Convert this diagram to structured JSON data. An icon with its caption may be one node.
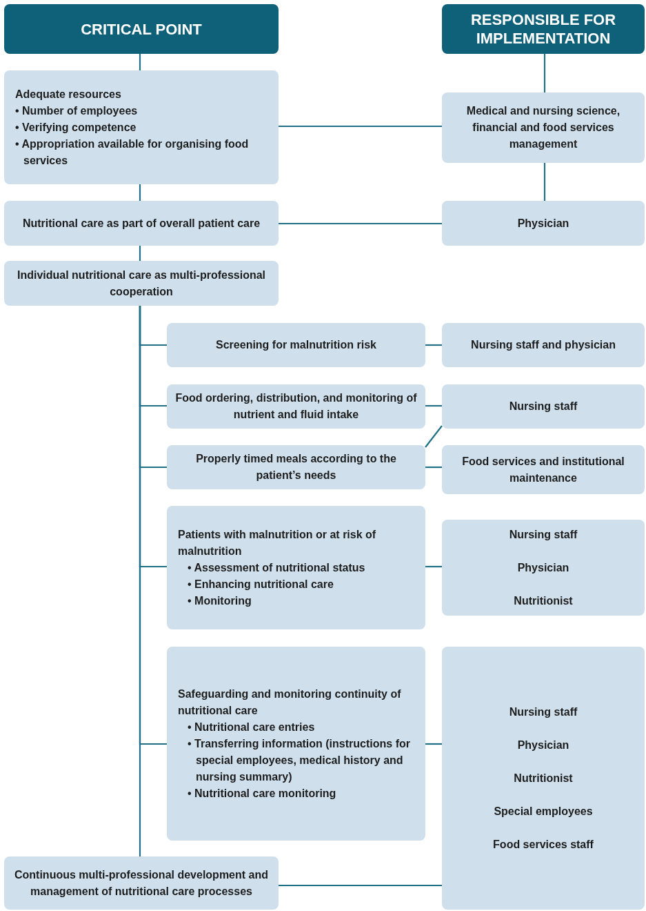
{
  "diagram": {
    "nodes": [
      {
        "text": [
          "CRITICAL POINT"
        ]
      },
      {
        "text": [
          "RESPONSIBLE FOR IMPLEMENTATION"
        ]
      },
      {
        "text": [
          "Adequate resources",
          "• Number of employees",
          "• Verifying competence",
          "• Appropriation available for organising food services"
        ]
      },
      {
        "text": [
          "Medical and nursing science, financial and food services management"
        ]
      },
      {
        "text": [
          "Nutritional care as part of overall patient care"
        ]
      },
      {
        "text": [
          "Physician"
        ]
      },
      {
        "text": [
          "Individual nutritional care as multi-professional cooperation"
        ]
      },
      {
        "text": [
          "Screening for malnutrition risk"
        ]
      },
      {
        "text": [
          "Nursing staff and physician"
        ]
      },
      {
        "text": [
          "Food ordering, distribution, and monitoring of nutrient and fluid intake"
        ]
      },
      {
        "text": [
          "Nursing staff"
        ]
      },
      {
        "text": [
          "Properly timed meals according to the patient’s needs"
        ]
      },
      {
        "text": [
          "Food services and institutional maintenance"
        ]
      },
      {
        "text": [
          "Patients with malnutrition or at risk of malnutrition",
          "• Assessment of nutritional status",
          "• Enhancing nutritional care",
          "• Monitoring"
        ]
      },
      {
        "text": [
          "Nursing staff",
          "Physician",
          "Nutritionist"
        ]
      },
      {
        "text": [
          "Safeguarding and monitoring continuity of nutritional care",
          "• Nutritional care entries",
          "• Transferring information (instructions for special employees, medical history and nursing summary)",
          "• Nutritional care monitoring"
        ]
      },
      {
        "text": [
          "Nursing staff",
          "Physician",
          "Nutritionist",
          "Special employees",
          "Food services staff"
        ]
      },
      {
        "text": [
          "Continuous multi-professional development and management of nutritional care processes"
        ]
      }
    ],
    "edges": [
      {
        "from": 0,
        "to": 2,
        "arrow": "none"
      },
      {
        "from": 1,
        "to": 3,
        "arrow": "none"
      },
      {
        "from": 2,
        "to": 3,
        "arrow": "none"
      },
      {
        "from": 2,
        "to": 4,
        "arrow": "none"
      },
      {
        "from": 3,
        "to": 5,
        "arrow": "none"
      },
      {
        "from": 4,
        "to": 5,
        "arrow": "none"
      },
      {
        "from": 4,
        "to": 6,
        "arrow": "none"
      },
      {
        "from": 6,
        "to": 7,
        "arrow": "none"
      },
      {
        "from": 7,
        "to": 8,
        "arrow": "none"
      },
      {
        "from": 6,
        "to": 9,
        "arrow": "none"
      },
      {
        "from": 9,
        "to": 10,
        "arrow": "none"
      },
      {
        "from": 6,
        "to": 11,
        "arrow": "none"
      },
      {
        "from": 11,
        "to": 10,
        "arrow": "none"
      },
      {
        "from": 11,
        "to": 12,
        "arrow": "none"
      },
      {
        "from": 6,
        "to": 13,
        "arrow": "none"
      },
      {
        "from": 13,
        "to": 14,
        "arrow": "none"
      },
      {
        "from": 6,
        "to": 15,
        "arrow": "none"
      },
      {
        "from": 15,
        "to": 16,
        "arrow": "none"
      },
      {
        "from": 6,
        "to": 17,
        "arrow": "none"
      },
      {
        "from": 17,
        "to": 16,
        "arrow": "none"
      }
    ]
  }
}
